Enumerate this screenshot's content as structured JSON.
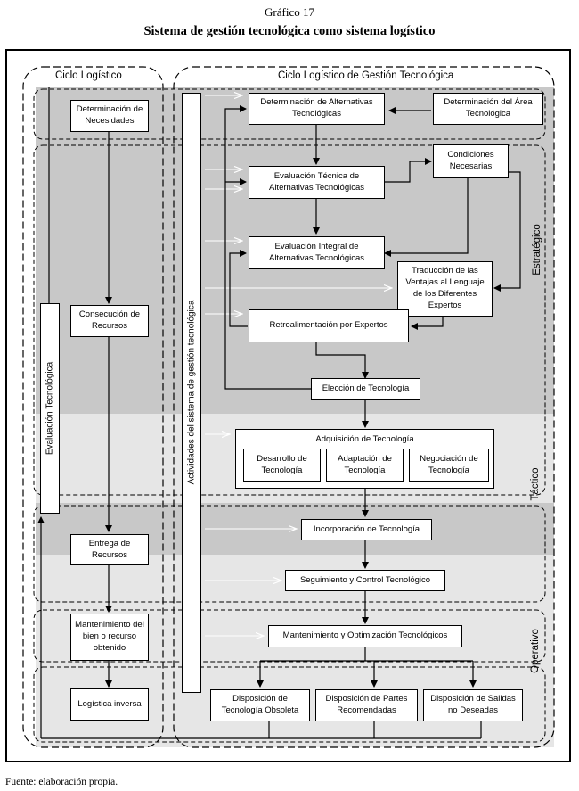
{
  "caption": {
    "label": "Gráfico 17",
    "title": "Sistema de gestión tecnológica como sistema logístico",
    "source": "Fuente: elaboración propia."
  },
  "columns": {
    "left": "Ciclo Logístico",
    "right": "Ciclo Logístico de Gestión Tecnológica"
  },
  "levels": {
    "strategic": "Estratégico",
    "tactical": "Táctico",
    "operative": "Operativo"
  },
  "vertical_bars": {
    "evaluation": "Evaluación Tecnológica",
    "activities": "Actividades del sistema de gestión tecnológica"
  },
  "logistic_cycle": {
    "needs": "Determinación de Necesidades",
    "resources": "Consecución de Recursos",
    "delivery": "Entrega de Recursos",
    "maintenance": "Mantenimiento del bien o recurso obtenido",
    "reverse": "Logística inversa"
  },
  "tech_cycle": {
    "alternatives": "Determinación de Alternativas Tecnológicas",
    "area": "Determinación del Área Tecnológica",
    "technical_eval": "Evaluación Técnica de Alternativas Tecnológicas",
    "conditions": "Condiciones Necesarias",
    "integral_eval": "Evaluación Integral de Alternativas Tecnológicas",
    "translation": "Traducción de las Ventajas al Lenguaje de los Diferentes Expertos",
    "feedback": "Retroalimentación por Expertos",
    "selection": "Elección de Tecnología",
    "acquisition": "Adquisición de Tecnología",
    "development": "Desarrollo de Tecnología",
    "adaptation": "Adaptación de Tecnología",
    "negotiation": "Negociación de Tecnología",
    "incorporation": "Incorporación de Tecnología",
    "monitoring": "Seguimiento y Control Tecnológico",
    "optimization": "Mantenimiento y Optimización Tecnológicos",
    "obsolete": "Disposición de Tecnología Obsoleta",
    "parts": "Disposición de Partes Recomendadas",
    "outputs": "Disposición de Salidas no Deseadas"
  }
}
